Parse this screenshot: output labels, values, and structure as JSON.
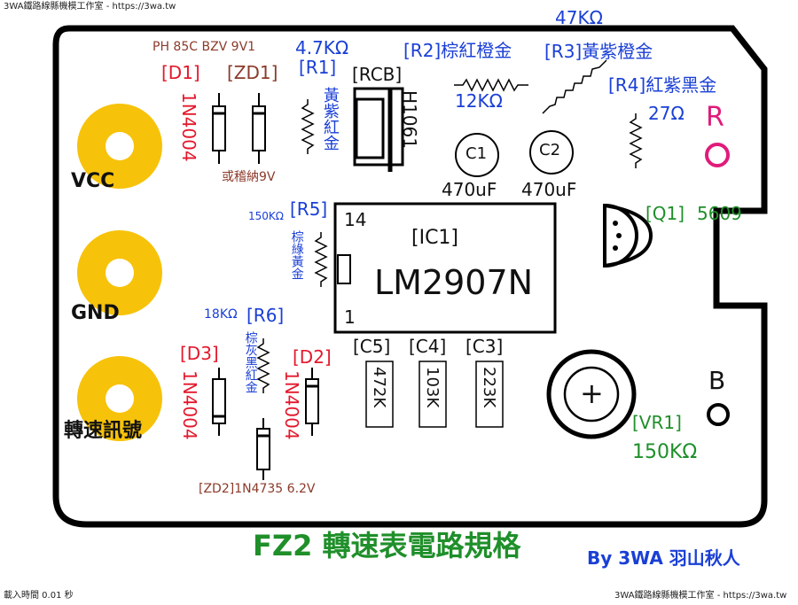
{
  "header": {
    "top_left": "3WA鐵路線縣機模工作室 - https://3wa.tw",
    "bottom_left": "載入時間 0.01 秒",
    "bottom_right": "3WA鐵路線縣機模工作室 - https://3wa.tw"
  },
  "title": "FZ2 轉速表電路規格",
  "author": "By 3WA 羽山秋人",
  "terminals": {
    "vcc": "VCC",
    "gnd": "GND",
    "signal": "轉速訊號",
    "r": "R",
    "b": "B"
  },
  "components": {
    "zd_note": "PH 85C BZV 9V1",
    "d1": {
      "tag": "[D1]",
      "part": "1N4004"
    },
    "zd1": {
      "tag": "[ZD1]",
      "alt": "或稽納9V"
    },
    "r1": {
      "value": "4.7KΩ",
      "tag": "[R1]",
      "colors": "黃紫紅金"
    },
    "rcb": {
      "tag": "[RCB]",
      "part": "H1061"
    },
    "r2": {
      "tag": "[R2]棕紅橙金",
      "value": "12KΩ"
    },
    "r3": {
      "value": "47KΩ",
      "tag": "[R3]黃紫橙金"
    },
    "r4": {
      "tag": "[R4]紅紫黑金",
      "value": "27Ω"
    },
    "c1": {
      "tag": "C1",
      "value": "470uF"
    },
    "c2": {
      "tag": "C2",
      "value": "470uF"
    },
    "r5": {
      "value": "150KΩ",
      "tag": "[R5]",
      "colors": "棕綠黃金"
    },
    "ic1": {
      "tag": "[IC1]",
      "part": "LM2907N",
      "pin14": "14",
      "pin1": "1"
    },
    "q1": {
      "tag": "[Q1]",
      "part": "5609"
    },
    "r6": {
      "value": "18KΩ",
      "tag": "[R6]",
      "colors": "棕灰黑紅金"
    },
    "d3": {
      "tag": "[D3]",
      "part": "1N4004"
    },
    "d2": {
      "tag": "[D2]",
      "part": "1N4004"
    },
    "zd2": {
      "label": "[ZD2]1N4735 6.2V"
    },
    "c5": {
      "tag": "[C5]",
      "value": "472K"
    },
    "c4": {
      "tag": "[C4]",
      "value": "103K"
    },
    "c3": {
      "tag": "[C3]",
      "value": "223K"
    },
    "vr1": {
      "tag": "[VR1]",
      "value": "150KΩ",
      "symbol": "+"
    }
  },
  "colors": {
    "pad": "#f7c20a",
    "blue": "#1a3fd6",
    "red": "#e3182c",
    "brown": "#8b3a2a",
    "green": "#1f8f2a",
    "pink": "#e01b7a"
  }
}
